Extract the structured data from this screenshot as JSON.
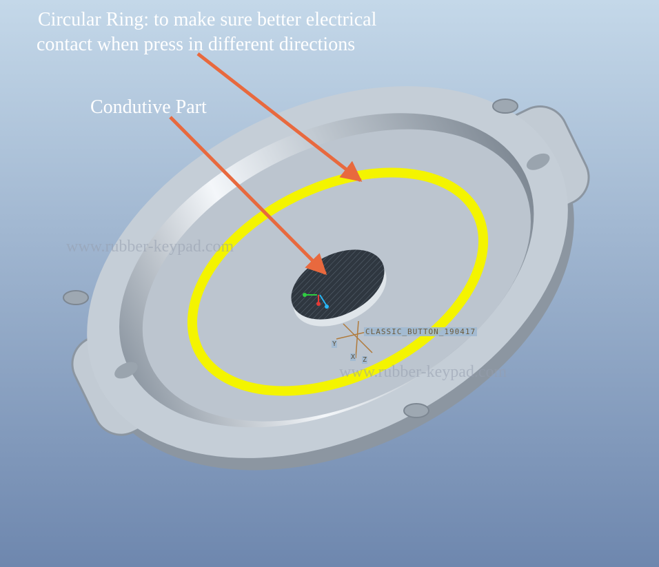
{
  "annotations": {
    "ring_line1": "Circular Ring: to make sure better electrical",
    "ring_line2": "contact when press in different directions",
    "conductive_part": "Condutive Part"
  },
  "watermarks": [
    "www.rubber-keypad.com",
    "www.rubber-keypad.com"
  ],
  "coordinate_system": {
    "label": "CLASSIC_BUTTON_190417",
    "axes": [
      "Y",
      "X",
      "Z"
    ]
  },
  "colors": {
    "background_top": "#c4d8e9",
    "background_bottom": "#6e87ae",
    "ring": "#f4f400",
    "arrow": "#e8693e",
    "part_face": "#bcc5cf",
    "conductive_pad": "#2f3740"
  }
}
